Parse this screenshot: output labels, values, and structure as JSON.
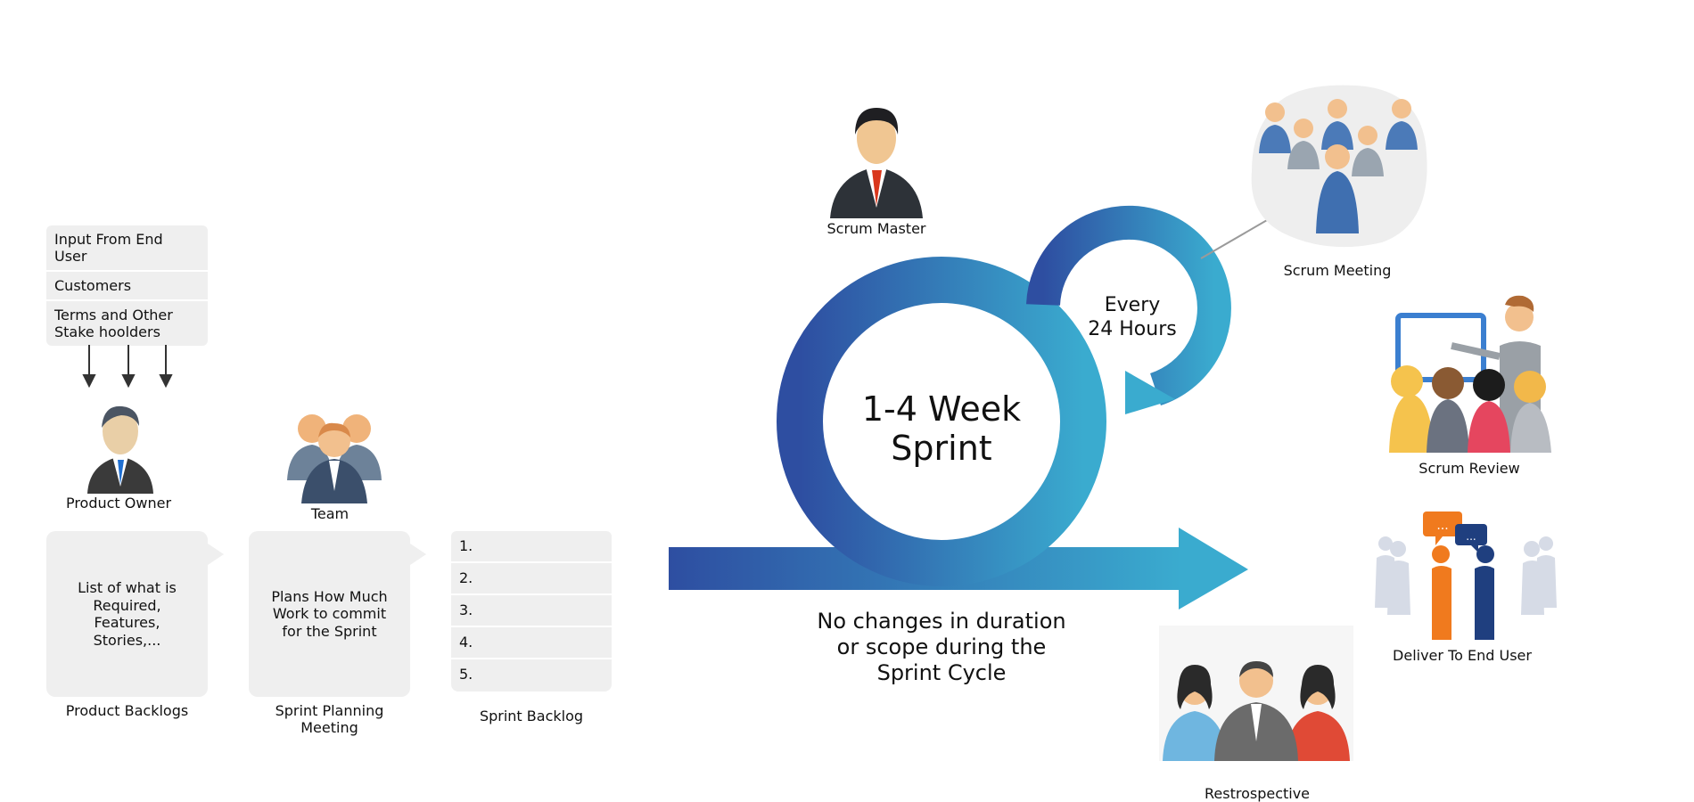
{
  "input_list": [
    "Input From End User",
    "Customers",
    "Terms and Other\nStake hoolders"
  ],
  "roles": {
    "product_owner": "Product Owner",
    "team": "Team",
    "scrum_master": "Scrum Master",
    "scrum_meeting": "Scrum Meeting",
    "scrum_review": "Scrum Review",
    "deliver": "Deliver To End User",
    "retrospective": "Restrospective"
  },
  "bubbles": {
    "product_backlog_text": "List of what is\nRequired,\nFeatures,\nStories,...",
    "sprint_planning_text": "Plans How Much\nWork to commit\nfor the Sprint"
  },
  "captions": {
    "product_backlogs": "Product Backlogs",
    "sprint_planning": "Sprint Planning\nMeeting",
    "sprint_backlog": "Sprint Backlog"
  },
  "sprint_backlog_items": [
    "1.",
    "2.",
    "3.",
    "4.",
    "5."
  ],
  "sprint": {
    "center": "1-4 Week\nSprint",
    "daily": "Every\n24 Hours",
    "note": "No changes in duration\nor scope during the\nSprint Cycle"
  },
  "colors": {
    "blue_dark": "#2e4ea1",
    "blue_light": "#3aabcf",
    "box_grey": "#efefef"
  }
}
